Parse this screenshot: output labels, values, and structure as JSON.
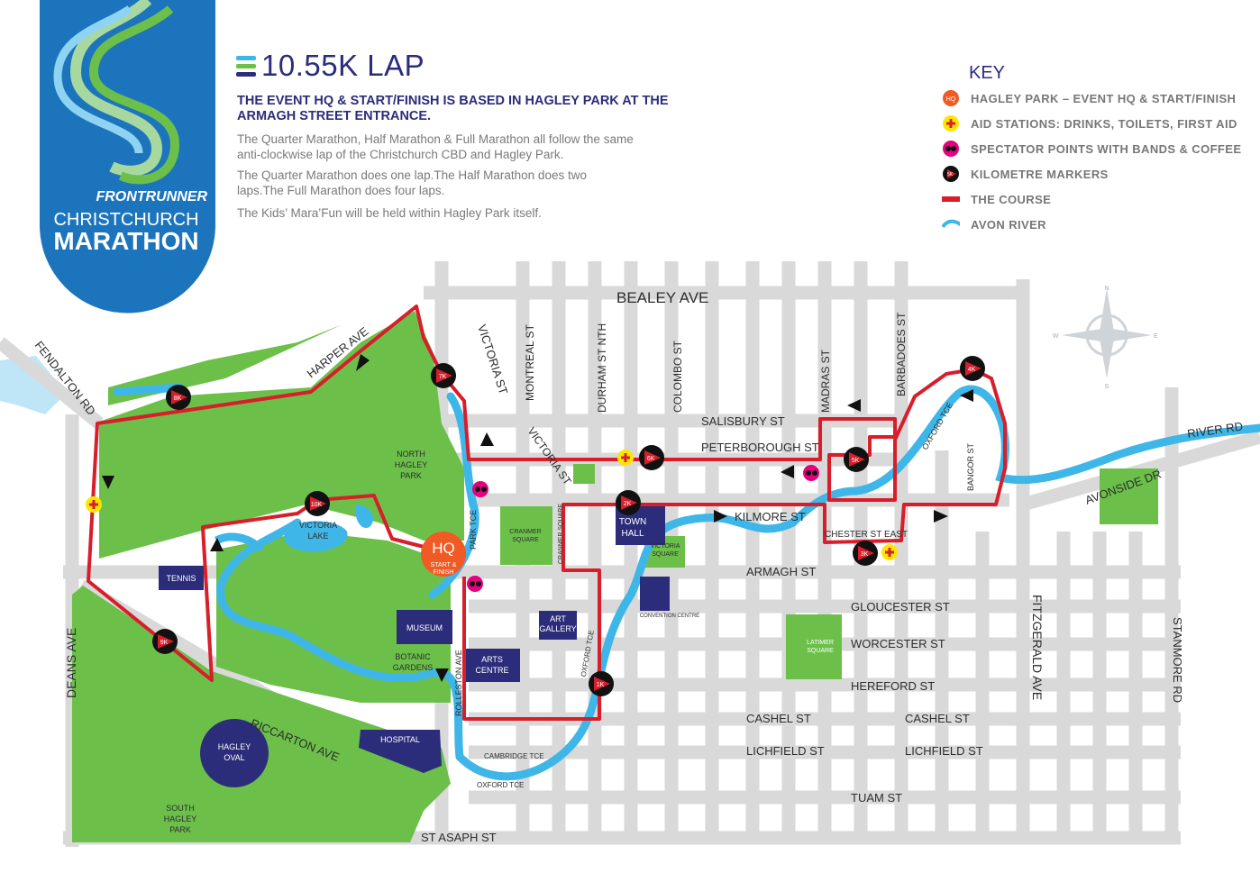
{
  "title": "10.55K LAP",
  "brand": {
    "line1": "FRONTRUNNER",
    "line2": "CHRISTCHURCH",
    "line3": "MARATHON"
  },
  "headline": "THE EVENT HQ & START/FINISH IS BASED IN HAGLEY PARK AT THE ARMAGH STREET ENTRANCE.",
  "paragraphs": [
    "The Quarter Marathon, Half Marathon & Full Marathon all follow the same anti-clockwise lap of the Christchurch CBD and Hagley Park.",
    "The Quarter Marathon does one lap.The Half Marathon does two laps.The Full Marathon does four laps.",
    "The Kids’ Mara’Fun will be held within Hagley Park itself."
  ],
  "key": {
    "title": "KEY",
    "items": [
      {
        "label": "HAGLEY PARK – EVENT HQ & START/FINISH",
        "icon": "hq-icon",
        "symbol": "HQ"
      },
      {
        "label": "AID STATIONS: DRINKS, TOILETS, FIRST AID",
        "icon": "aid-station-icon"
      },
      {
        "label": "SPECTATOR POINTS WITH BANDS & COFFEE",
        "icon": "spectator-icon"
      },
      {
        "label": "KILOMETRE MARKERS",
        "icon": "km-marker-icon",
        "symbol": "5K"
      },
      {
        "label": "THE COURSE",
        "icon": "course-line-icon"
      },
      {
        "label": "AVON RIVER",
        "icon": "river-icon"
      }
    ]
  },
  "colors": {
    "brand_blue": "#1c75bc",
    "navy": "#2b2d7a",
    "park_green": "#6cc04a",
    "street_grey": "#d9d9d9",
    "course_red": "#d71e2a",
    "river_blue": "#3fb6e8",
    "hq_orange": "#f15a24",
    "aid_yellow": "#ffe600",
    "spectator_magenta": "#e6007e"
  },
  "streets": {
    "bealey": "BEALEY AVE",
    "salisbury": "SALISBURY ST",
    "peterborough": "PETERBOROUGH ST",
    "kilmore": "KILMORE ST",
    "armagh": "ARMAGH ST",
    "gloucester": "GLOUCESTER ST",
    "worcester": "WORCESTER ST",
    "hereford": "HEREFORD ST",
    "cashel1": "CASHEL ST",
    "cashel2": "CASHEL ST",
    "lichfield1": "LICHFIELD ST",
    "lichfield2": "LICHFIELD ST",
    "tuam": "TUAM ST",
    "st_asaph": "ST ASAPH ST",
    "chester": "CHESTER ST EAST",
    "victoria": "VICTORIA ST",
    "victoria2": "VICTORIA ST",
    "montreal": "MONTREAL ST",
    "durham": "DURHAM ST NTH",
    "colombo": "COLOMBO ST",
    "madras": "MADRAS ST",
    "barbadoes": "BARBADOES ST",
    "fitzgerald": "FITZGERALD AVE",
    "stanmore": "STANMORE RD",
    "river_rd": "RIVER RD",
    "avonside": "AVONSIDE DR",
    "oxford_tce_e": "OXFORD TCE",
    "bangor": "BANGOR ST",
    "oxford_tce": "OXFORD TCE",
    "oxford_tce_s": "OXFORD TCE",
    "cambridge": "CAMBRIDGE TCE",
    "cranmer": "CRANMER SQUARE",
    "park_tce": "PARK TCE",
    "rolleston": "ROLLESTON AVE",
    "riccarton": "RICCARTON AVE",
    "harper": "HARPER AVE",
    "fendalton": "FENDALTON RD",
    "deans": "DEANS AVE"
  },
  "places": {
    "north_hagley": [
      "NORTH",
      "HAGLEY",
      "PARK"
    ],
    "south_hagley": [
      "SOUTH",
      "HAGLEY",
      "PARK"
    ],
    "victoria_lake": [
      "VICTORIA",
      "LAKE"
    ],
    "botanic": [
      "BOTANIC",
      "GARDENS"
    ],
    "tennis": "TENNIS",
    "museum": "MUSEUM",
    "art_gallery": [
      "ART",
      "GALLERY"
    ],
    "arts_centre": [
      "ARTS",
      "CENTRE"
    ],
    "town_hall": [
      "TOWN",
      "HALL"
    ],
    "hospital": "HOSPITAL",
    "hagley_oval": [
      "HAGLEY",
      "OVAL"
    ],
    "cranmer_sq": [
      "CRANMER",
      "SQUARE"
    ],
    "victoria_sq": [
      "VICTORIA",
      "SQUARE"
    ],
    "latimer_sq": [
      "LATIMER",
      "SQUARE"
    ],
    "convention": "CONVENTION CENTRE",
    "hq_start": [
      "START &",
      "FINISH"
    ]
  },
  "km_markers": [
    "1K",
    "2K",
    "3K",
    "4K",
    "5K",
    "6K",
    "7K",
    "8K",
    "9K",
    "10K"
  ],
  "compass": [
    "N",
    "E",
    "S",
    "W"
  ]
}
